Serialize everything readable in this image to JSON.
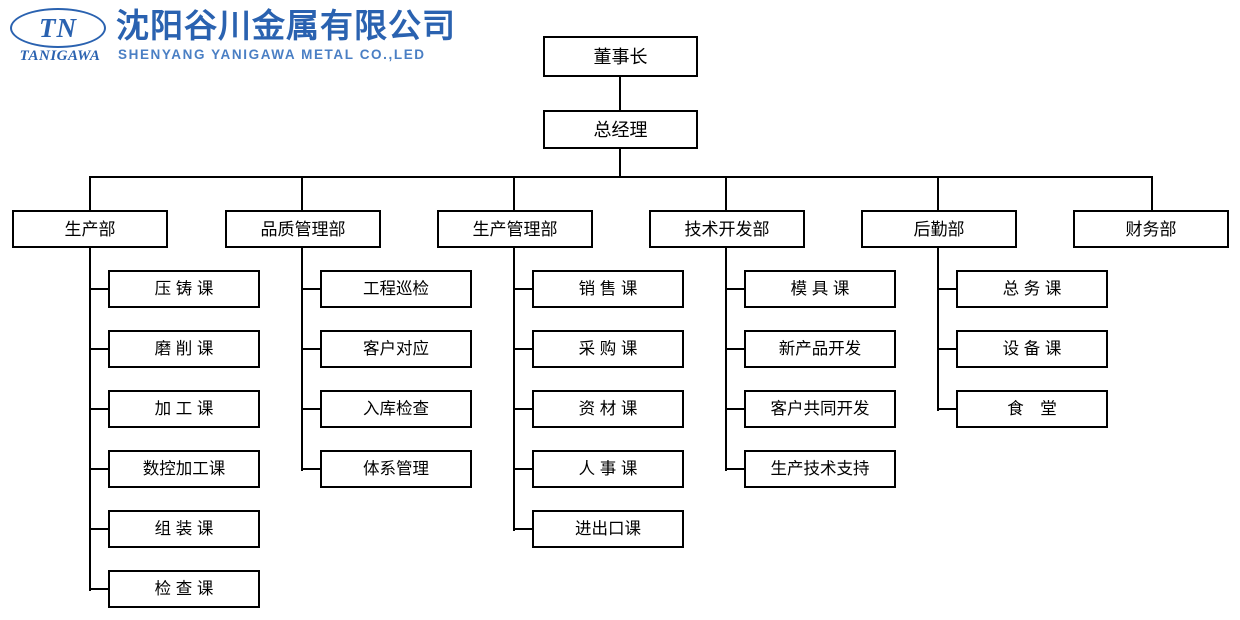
{
  "logo": {
    "monogram": "TN",
    "brand_latin": "TANIGAWA",
    "company_cn": "沈阳谷川金属有限公司",
    "company_en": "SHENYANG YANIGAWA METAL CO.,LED",
    "color": "#2a62b0"
  },
  "chart": {
    "top_nodes": [
      {
        "label": "董事长"
      },
      {
        "label": "总经理"
      }
    ],
    "departments": [
      {
        "label": "生产部",
        "units": [
          {
            "label": "压 铸 课"
          },
          {
            "label": "磨 削 课"
          },
          {
            "label": "加 工 课"
          },
          {
            "label": "数控加工课"
          },
          {
            "label": "组 装 课"
          },
          {
            "label": "检 查 课"
          }
        ]
      },
      {
        "label": "品质管理部",
        "units": [
          {
            "label": "工程巡检"
          },
          {
            "label": "客户对应"
          },
          {
            "label": "入库检查"
          },
          {
            "label": "体系管理"
          }
        ]
      },
      {
        "label": "生产管理部",
        "units": [
          {
            "label": "销 售 课"
          },
          {
            "label": "采 购 课"
          },
          {
            "label": "资 材 课"
          },
          {
            "label": "人 事 课"
          },
          {
            "label": "进出口课"
          }
        ]
      },
      {
        "label": "技术开发部",
        "units": [
          {
            "label": "模 具 课"
          },
          {
            "label": "新产品开发"
          },
          {
            "label": "客户共同开发"
          },
          {
            "label": "生产技术支持"
          }
        ]
      },
      {
        "label": "后勤部",
        "units": [
          {
            "label": "总 务 课"
          },
          {
            "label": "设 备 课"
          },
          {
            "label": "食　堂"
          }
        ]
      },
      {
        "label": "财务部",
        "units": []
      }
    ]
  }
}
